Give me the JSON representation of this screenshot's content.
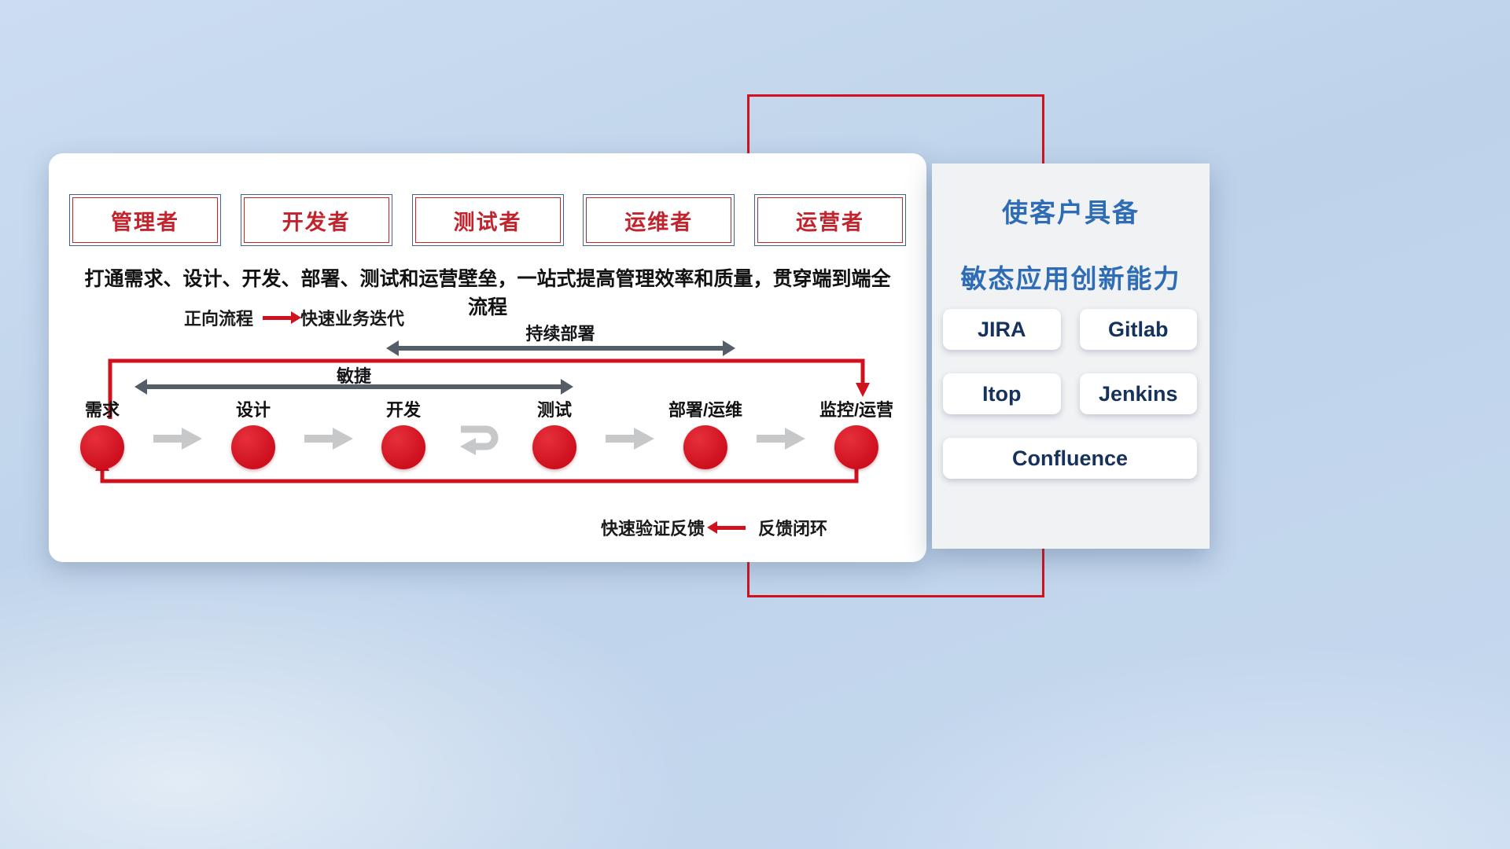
{
  "main_card": {
    "roles": [
      {
        "label": "管理者"
      },
      {
        "label": "开发者"
      },
      {
        "label": "测试者"
      },
      {
        "label": "运维者"
      },
      {
        "label": "运营者"
      }
    ],
    "subtitle": "打通需求、设计、开发、部署、测试和运营壁垒，一站式提高管理效率和质量，贯穿端到端全流程",
    "legend_forward": {
      "label": "正向流程",
      "desc": "快速业务迭代"
    },
    "span_arrows": {
      "continuous_deployment": "持续部署",
      "agile": "敏捷"
    },
    "stages": [
      {
        "label": "需求"
      },
      {
        "label": "设计"
      },
      {
        "label": "开发"
      },
      {
        "label": "测试"
      },
      {
        "label": "部署/运维"
      },
      {
        "label": "监控/运营"
      }
    ],
    "legend_feedback": {
      "desc": "快速验证反馈",
      "label": "反馈闭环"
    }
  },
  "right_panel": {
    "title_line1": "使客户具备",
    "title_line2": "敏态应用创新能力",
    "tools": [
      {
        "label": "JIRA"
      },
      {
        "label": "Gitlab"
      },
      {
        "label": "Itop"
      },
      {
        "label": "Jenkins"
      },
      {
        "label": "Confluence"
      }
    ]
  },
  "colors": {
    "accent_red": "#d0121f",
    "title_blue": "#2e6cb6",
    "tool_text_navy": "#16325c",
    "flow_arrow_gray": "#c6c8ca",
    "span_arrow_dark": "#555e68"
  }
}
